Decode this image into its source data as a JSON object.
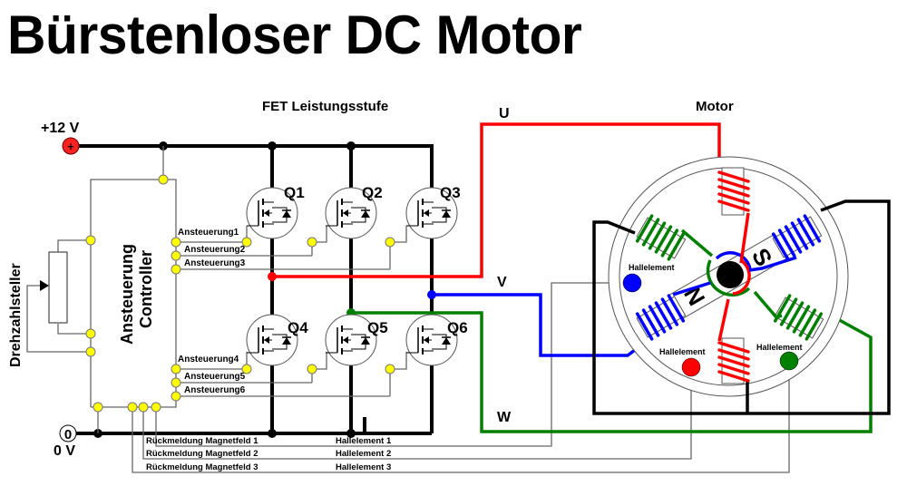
{
  "title": "Bürstenloser DC Motor",
  "labels": {
    "power_stage": "FET Leistungsstufe",
    "motor": "Motor",
    "supply_pos": "+12 V",
    "supply_neg": "0 V",
    "supply_pos_symbol": "+",
    "supply_neg_symbol": "0",
    "speed_control": "Drehzahlsteller",
    "controller_line1": "Ansteuerung",
    "controller_line2": "Controller",
    "phase_u": "U",
    "phase_v": "V",
    "phase_w": "W",
    "pole_n": "N",
    "pole_s": "S"
  },
  "transistors": [
    "Q1",
    "Q2",
    "Q3",
    "Q4",
    "Q5",
    "Q6"
  ],
  "gate_signals": [
    "Ansteuerung1",
    "Ansteuerung2",
    "Ansteuerung3",
    "Ansteuerung4",
    "Ansteuerung5",
    "Ansteuerung6"
  ],
  "feedback": [
    {
      "left": "Rückmeldung Magnetfeld 1",
      "right": "Hallelement 1"
    },
    {
      "left": "Rückmeldung Magnetfeld 2",
      "right": "Hallelement 2"
    },
    {
      "left": "Rückmeldung Magnetfeld 3",
      "right": "Hallelement 3"
    }
  ],
  "hall_sensors": [
    "Hallelement",
    "Hallelement",
    "Hallelement"
  ],
  "colors": {
    "phase_u": "#ff0000",
    "phase_v": "#0000ff",
    "phase_w": "#008000",
    "terminal": "#ffff00",
    "rail": "#000000"
  }
}
